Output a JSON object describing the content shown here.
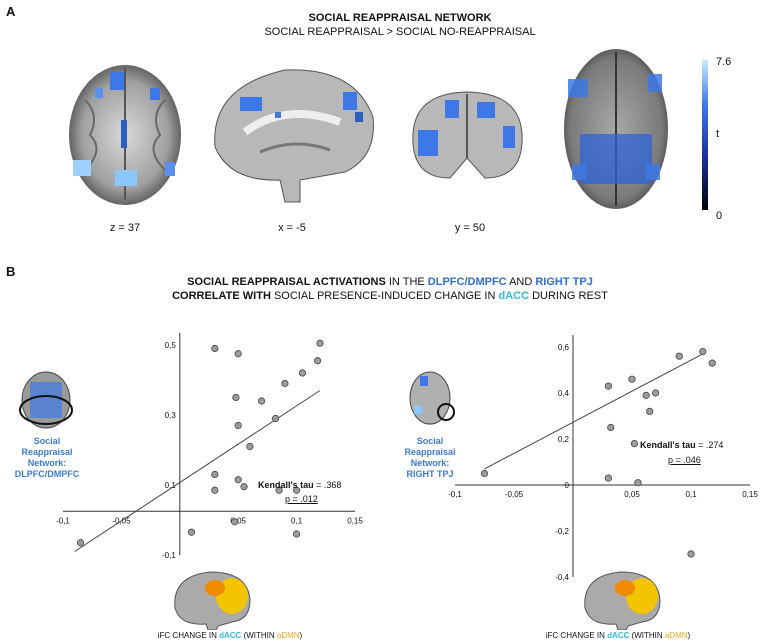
{
  "panel_a": {
    "letter": "A",
    "title": "SOCIAL REAPPRAISAL NETWORK",
    "subtitle": "SOCIAL REAPPRAISAL > SOCIAL NO-REAPPRAISAL",
    "slice_labels": [
      "z = 37",
      "x = -5",
      "y = 50"
    ],
    "colorbar": {
      "max": "7.6",
      "label": "t",
      "min": "0"
    }
  },
  "panel_b": {
    "letter": "B",
    "title_line1": {
      "a": "SOCIAL REAPPRAISAL ACTIVATIONS",
      "b": " IN THE ",
      "c": "DLPFC/DMPFC",
      "d": " AND ",
      "e": "RIGHT TPJ"
    },
    "title_line2": {
      "a": "CORRELATE WITH",
      "b": " SOCIAL PRESENCE-INDUCED CHANGE IN ",
      "c": "dACC",
      "d": " DURING REST"
    },
    "colors": {
      "blue": "#2f6fd0",
      "cyan": "#33b8e8",
      "orange": "#f0a820"
    }
  },
  "left_plot": {
    "network_label": [
      "Social",
      "Reappraisal",
      "Network:",
      "DLPFC/DMPFC"
    ],
    "stat_label": "Kendall's tau",
    "stat_value": " = .368",
    "p_value": "p = .012",
    "xlabel": {
      "a": "iFC CHANGE IN ",
      "b": "dACC",
      "c": " (WITHIN ",
      "d": "aDMN",
      "e": ")"
    }
  },
  "right_plot": {
    "network_label": [
      "Social",
      "Reappraisal",
      "Network:",
      "RIGHT TPJ"
    ],
    "stat_label": "Kendall's tau",
    "stat_value": " = .274",
    "p_value": "p = .046",
    "xlabel": {
      "a": "iFC CHANGE IN ",
      "b": "dACC",
      "c": " (WITHIN ",
      "d": "aDMN",
      "e": ")"
    }
  },
  "chart_data": [
    {
      "type": "scatter",
      "xlim": [
        -0.1,
        0.15
      ],
      "ylim": [
        -0.1,
        0.5
      ],
      "xticks": [
        "-0,1",
        "-0,05",
        "0,05",
        "0,1",
        "0,15"
      ],
      "xtick_values": [
        -0.1,
        -0.05,
        0.05,
        0.1,
        0.15
      ],
      "yticks": [
        "0,5",
        "0,3",
        "0,1",
        "-0,1"
      ],
      "ytick_values": [
        0.5,
        0.3,
        0.1,
        -0.1
      ],
      "points": [
        {
          "x": -0.085,
          "y": -0.065
        },
        {
          "x": 0.01,
          "y": -0.035
        },
        {
          "x": 0.03,
          "y": 0.49
        },
        {
          "x": 0.05,
          "y": 0.475
        },
        {
          "x": 0.048,
          "y": 0.35
        },
        {
          "x": 0.07,
          "y": 0.34
        },
        {
          "x": 0.09,
          "y": 0.39
        },
        {
          "x": 0.105,
          "y": 0.42
        },
        {
          "x": 0.118,
          "y": 0.455
        },
        {
          "x": 0.12,
          "y": 0.505
        },
        {
          "x": 0.05,
          "y": 0.27
        },
        {
          "x": 0.06,
          "y": 0.21
        },
        {
          "x": 0.082,
          "y": 0.29
        },
        {
          "x": 0.03,
          "y": 0.13
        },
        {
          "x": 0.05,
          "y": 0.115
        },
        {
          "x": 0.055,
          "y": 0.095
        },
        {
          "x": 0.03,
          "y": 0.085
        },
        {
          "x": 0.085,
          "y": 0.085
        },
        {
          "x": 0.047,
          "y": -0.005
        },
        {
          "x": 0.1,
          "y": -0.04
        },
        {
          "x": 0.1,
          "y": 0.085
        }
      ],
      "fit_line": [
        [
          -0.09,
          -0.09
        ],
        [
          0.12,
          0.37
        ]
      ],
      "stat": "Kendall's tau = .368",
      "p": "p = .012",
      "xlabel": "iFC CHANGE IN dACC (WITHIN aDMN)"
    },
    {
      "type": "scatter",
      "xlim": [
        -0.1,
        0.15
      ],
      "ylim": [
        -0.4,
        0.6
      ],
      "xticks": [
        "-0,1",
        "-0,05",
        "0,05",
        "0,1",
        "0,15"
      ],
      "xtick_values": [
        -0.1,
        -0.05,
        0.05,
        0.1,
        0.15
      ],
      "yticks": [
        "0,6",
        "0,4",
        "0,2",
        "0",
        "-0,2",
        "-0,4"
      ],
      "ytick_values": [
        0.6,
        0.4,
        0.2,
        0,
        -0.2,
        -0.4
      ],
      "points": [
        {
          "x": -0.075,
          "y": 0.05
        },
        {
          "x": 0.03,
          "y": 0.43
        },
        {
          "x": 0.05,
          "y": 0.46
        },
        {
          "x": 0.062,
          "y": 0.39
        },
        {
          "x": 0.07,
          "y": 0.4
        },
        {
          "x": 0.065,
          "y": 0.32
        },
        {
          "x": 0.09,
          "y": 0.56
        },
        {
          "x": 0.11,
          "y": 0.58
        },
        {
          "x": 0.118,
          "y": 0.53
        },
        {
          "x": 0.032,
          "y": 0.25
        },
        {
          "x": 0.052,
          "y": 0.18
        },
        {
          "x": 0.03,
          "y": 0.03
        },
        {
          "x": 0.055,
          "y": 0.01
        },
        {
          "x": 0.1,
          "y": -0.3
        }
      ],
      "fit_line": [
        [
          -0.075,
          0.07
        ],
        [
          0.11,
          0.57
        ]
      ],
      "stat": "Kendall's tau = .274",
      "p": "p = .046",
      "xlabel": "iFC CHANGE IN dACC (WITHIN aDMN)"
    }
  ]
}
